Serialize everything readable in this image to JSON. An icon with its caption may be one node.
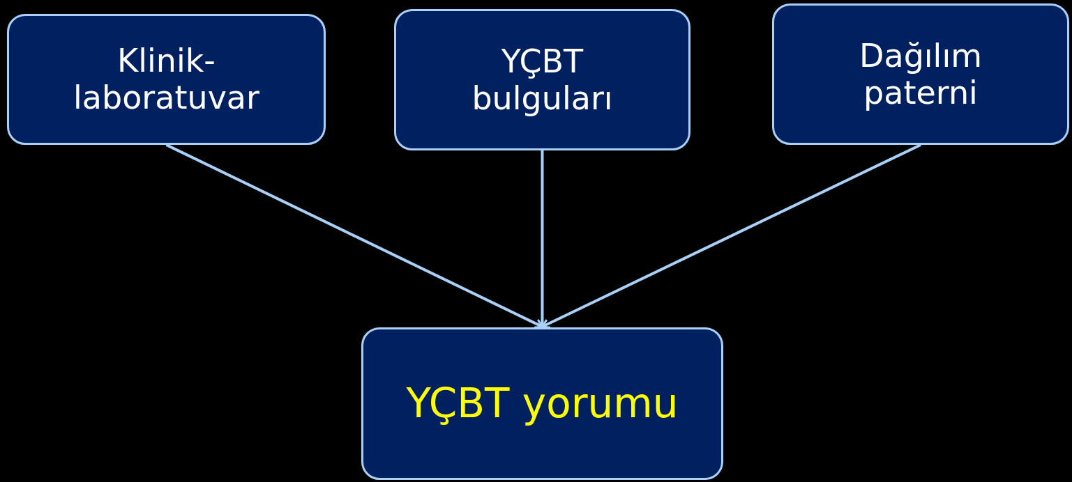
{
  "diagram": {
    "nodes": [
      {
        "text": [
          "Klinik- laboratuvar"
        ]
      },
      {
        "text": [
          "YÇBT bulguları"
        ]
      },
      {
        "text": [
          "Dağılım paterni"
        ]
      },
      {
        "text": [
          "YÇBT yorumu"
        ]
      }
    ],
    "edges": [
      {
        "from": 0,
        "to": 3,
        "arrow": "to"
      },
      {
        "from": 1,
        "to": 3,
        "arrow": "to"
      },
      {
        "from": 2,
        "to": 3,
        "arrow": "to"
      }
    ]
  }
}
